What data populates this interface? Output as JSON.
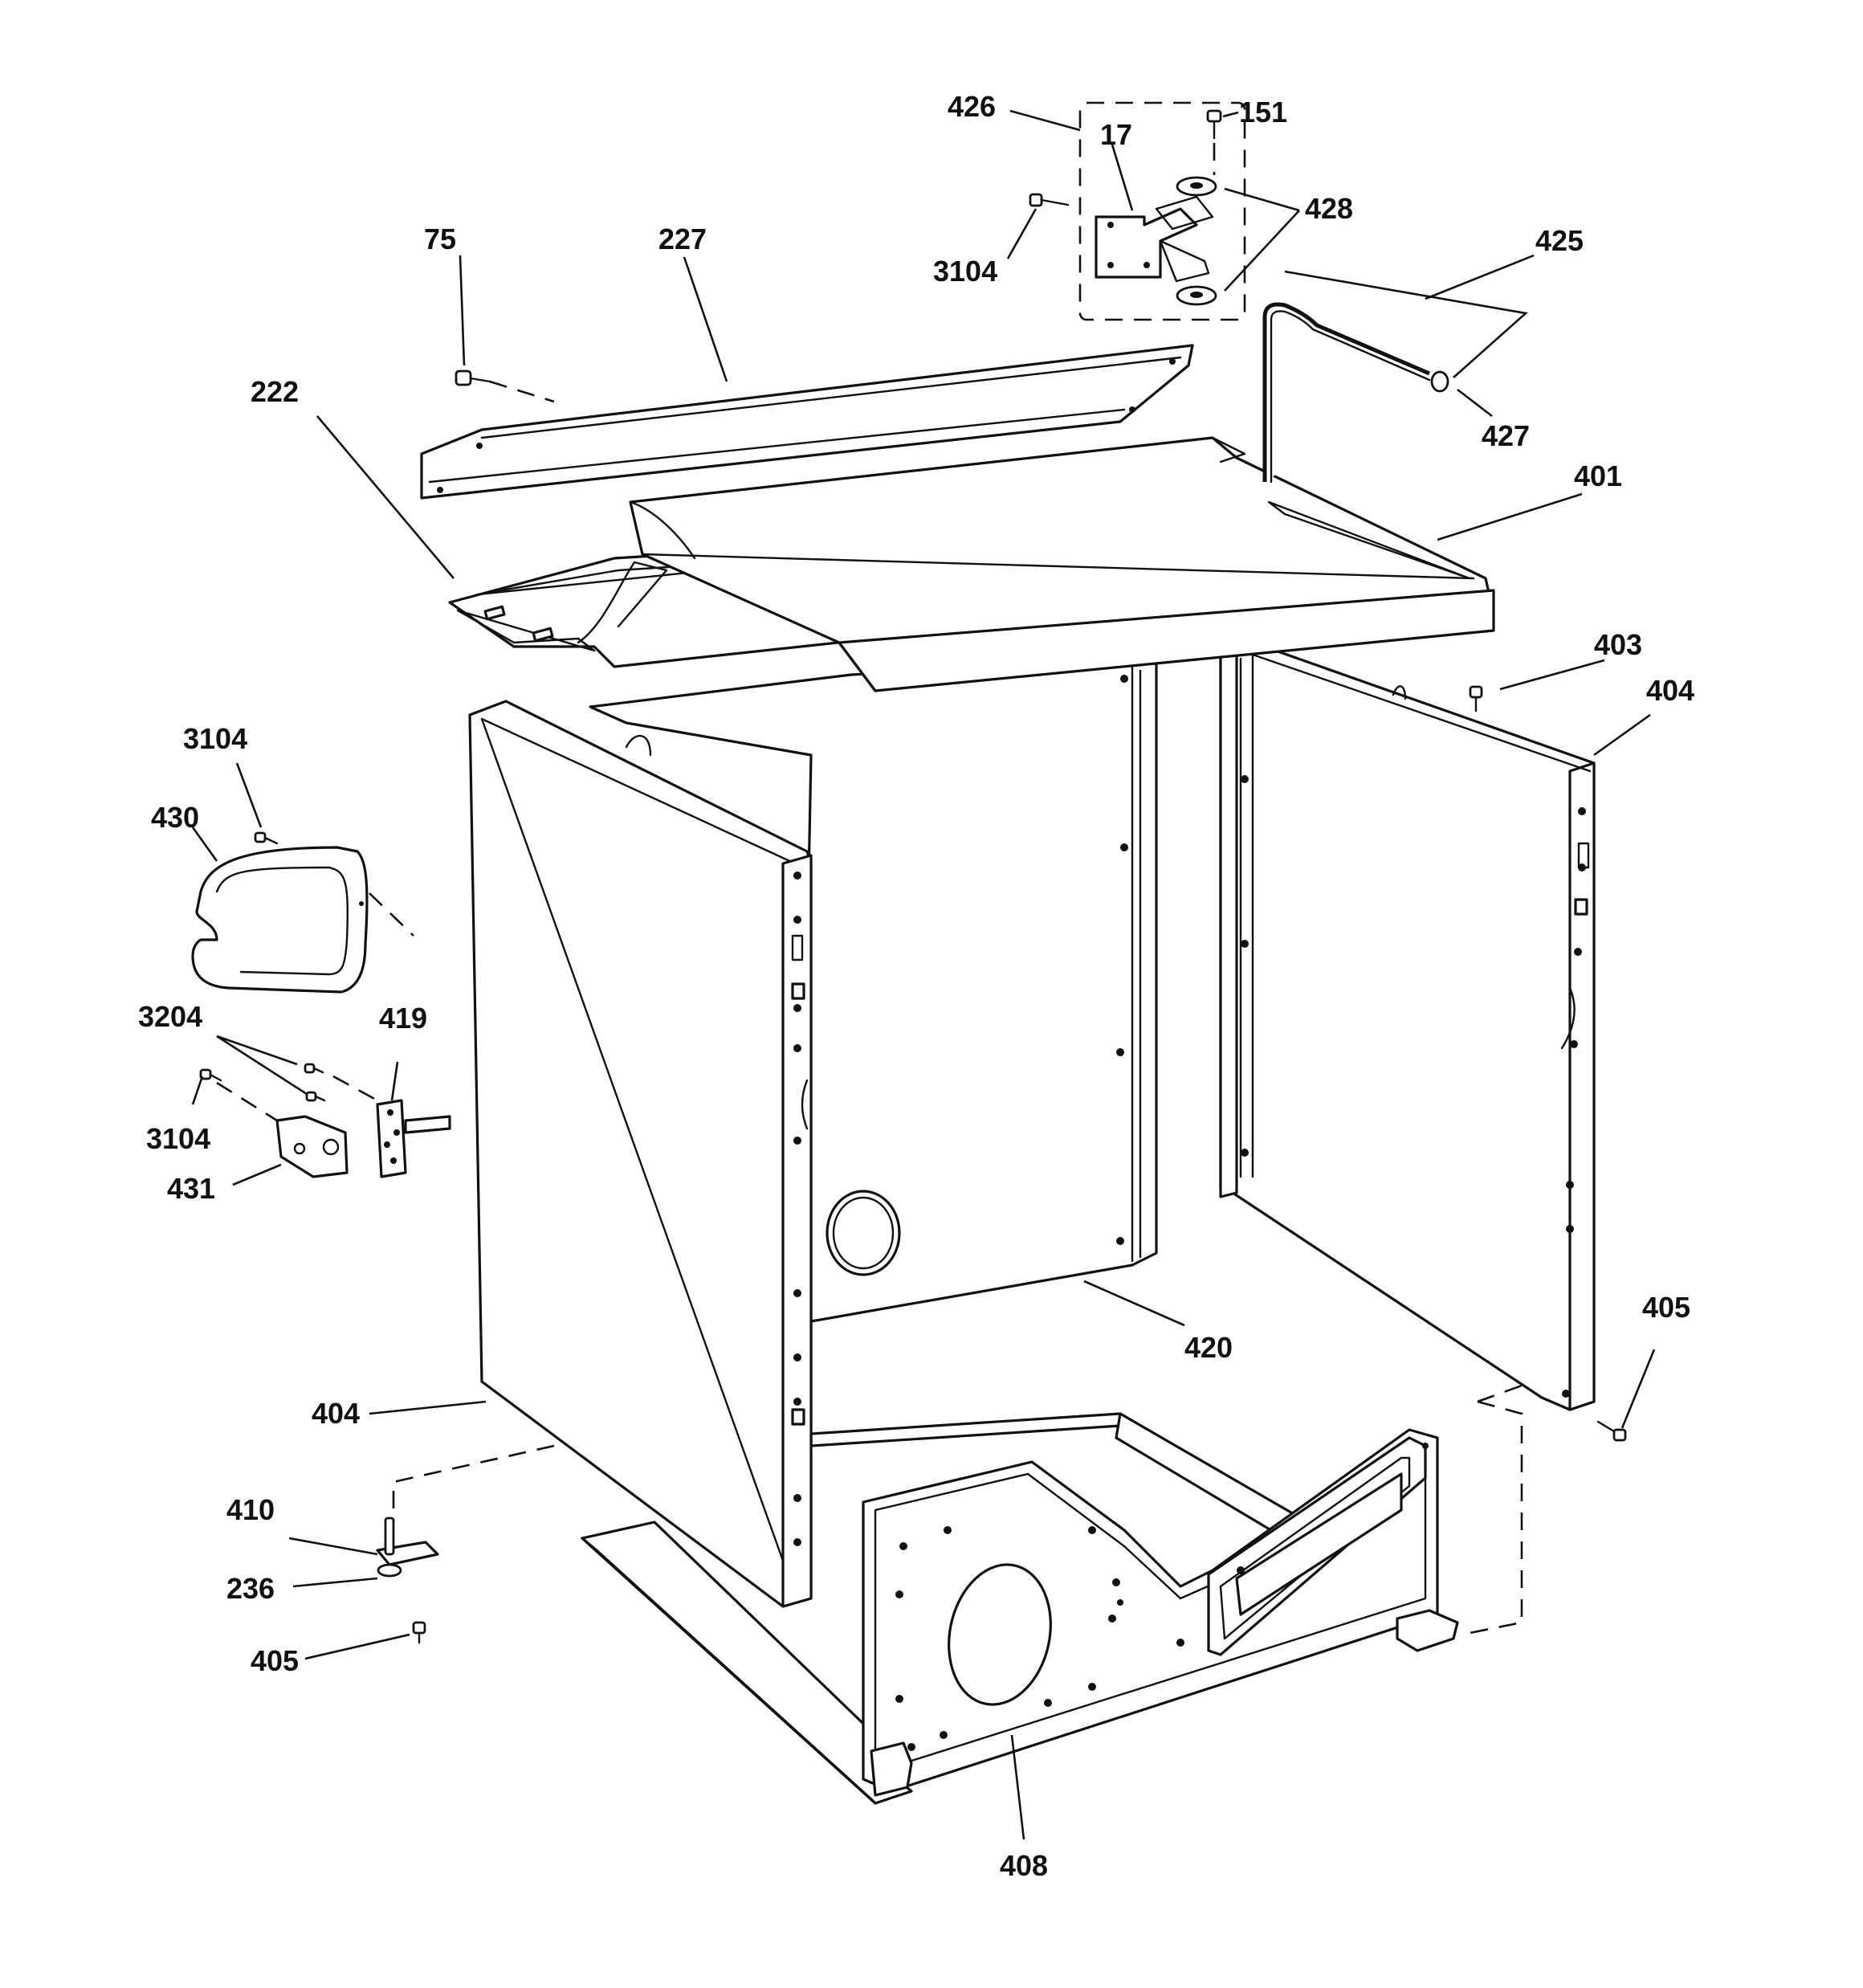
{
  "callouts": {
    "c426": "426",
    "c151": "151",
    "c17": "17",
    "c428": "428",
    "c3104_top": "3104",
    "c425": "425",
    "c75": "75",
    "c227": "227",
    "c427": "427",
    "c222": "222",
    "c401": "401",
    "c403": "403",
    "c404_right": "404",
    "c3104_left": "3104",
    "c430": "430",
    "c3204": "3204",
    "c419": "419",
    "c3104_lower": "3104",
    "c431": "431",
    "c405_right": "405",
    "c420": "420",
    "c404_left": "404",
    "c410": "410",
    "c236": "236",
    "c405_left": "405",
    "c408": "408"
  }
}
